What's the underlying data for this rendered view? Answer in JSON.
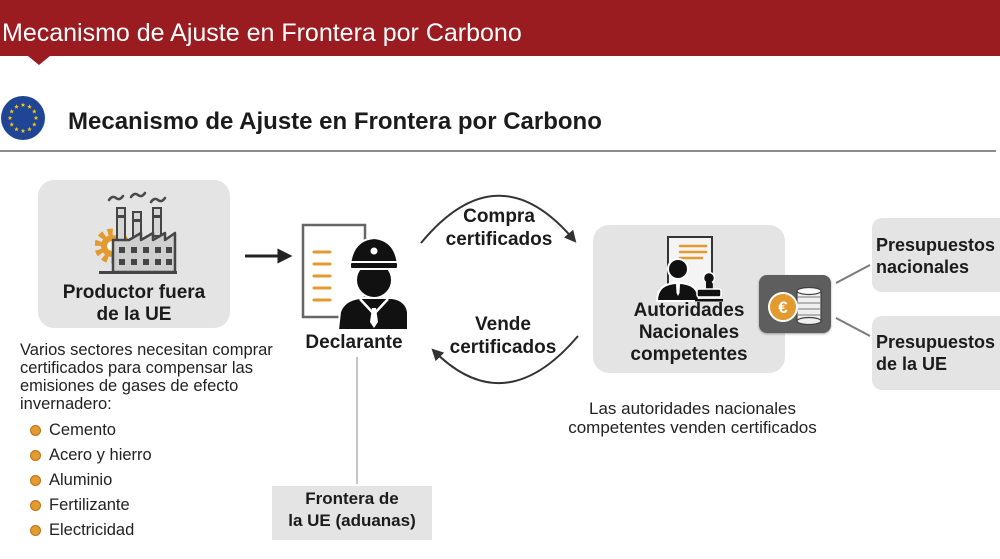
{
  "banner": {
    "title": "Mecanismo de Ajuste en Frontera por Carbono"
  },
  "header": {
    "title": "Mecanismo de Ajuste en Frontera por Carbono"
  },
  "producer": {
    "label_lines": [
      "Productor fuera",
      "de la UE"
    ]
  },
  "sectors": {
    "intro_lines": [
      "Varios sectores necesitan comprar",
      "certificados para compensar las",
      "emisiones de gases de efecto",
      "invernadero:"
    ],
    "items": [
      "Cemento",
      "Acero y hierro",
      "Aluminio",
      "Fertilizante",
      "Electricidad"
    ]
  },
  "declarant": {
    "label": "Declarante"
  },
  "border": {
    "label_lines": [
      "Frontera de",
      "la UE (aduanas)"
    ]
  },
  "flows": {
    "buy_lines": [
      "Compra",
      "certificados"
    ],
    "sell_lines": [
      "Vende",
      "certificados"
    ]
  },
  "authorities": {
    "label_lines": [
      "Autoridades",
      "Nacionales",
      "competentes"
    ],
    "note_lines": [
      "Las autoridades nacionales",
      "competentes venden certificados"
    ],
    "coin_symbol": "€"
  },
  "budgets": [
    {
      "label_lines": [
        "Presupuestos",
        "nacionales"
      ]
    },
    {
      "label_lines": [
        "Presupuestos",
        "de la UE"
      ]
    }
  ],
  "colors": {
    "banner": "#9b1c20",
    "box": "#e4e4e4",
    "accent": "#e39a2e",
    "coin_box": "#5e5e5e"
  }
}
